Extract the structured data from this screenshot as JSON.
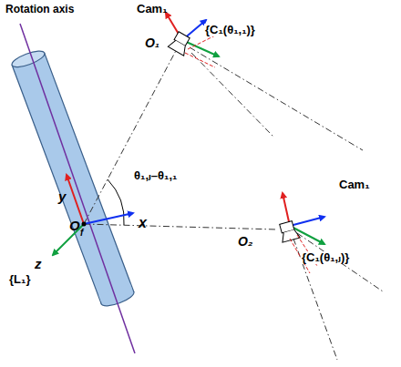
{
  "diagram": {
    "labels": [
      "Rotation axis",
      "Cam₁",
      "{C₁(θ₁,₁)}",
      "O₁",
      "θ₁,ⱼ–θ₁,₁",
      "y",
      "Cam₁",
      "O₂",
      "{C₁(θ₁,ⱼ)}",
      "x",
      "O",
      "f",
      "{L₁}",
      "z"
    ]
  }
}
